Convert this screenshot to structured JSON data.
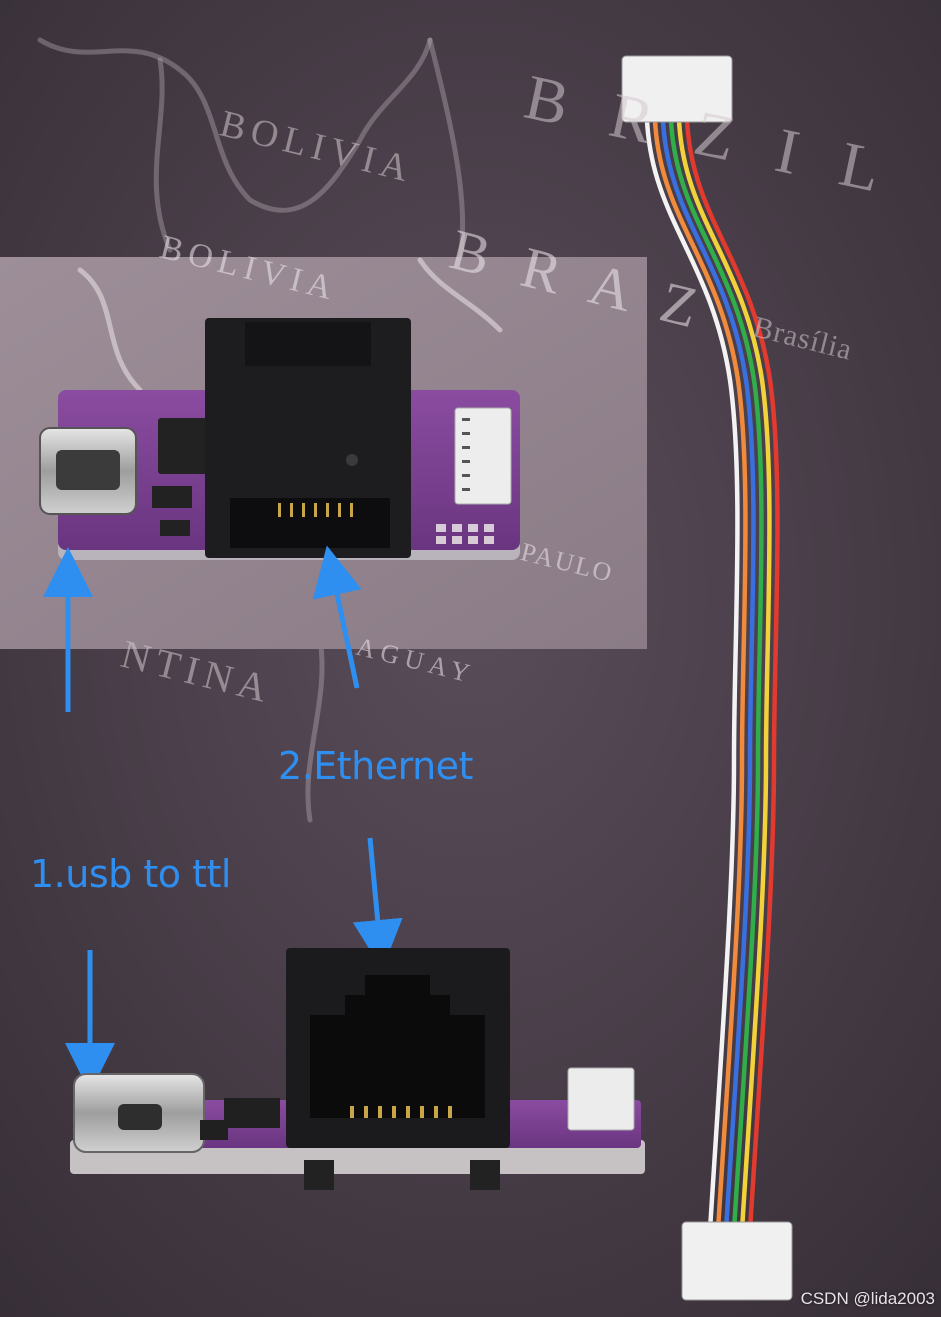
{
  "annotations": {
    "usb_label": "1.usb to ttl",
    "ethernet_label": "2.Ethernet"
  },
  "map_labels": {
    "bolivia_top": "BOLIVIA",
    "brazil_top": "B R   Z I L",
    "brasilia": "Brasília",
    "bolivia_inset": "BOLIVIA",
    "brazil_inset": "B R A Z",
    "argentina": "NTINA",
    "paulo": "PAULO",
    "paraguay": "AGUAY"
  },
  "watermark": "CSDN @lida2003",
  "colors": {
    "annotation_blue": "#2f8ff0",
    "pcb_purple": "#7a3f8e",
    "mat_background": "#4a3f4a",
    "rj45_black": "#1b1b1d"
  },
  "wire_colors": [
    "#f08a3c",
    "#3a6fe0",
    "#2fae4a",
    "#f2d23a",
    "#e23a2f",
    "#ffffff"
  ],
  "icons": {
    "arrow": "down-arrow-icon"
  }
}
